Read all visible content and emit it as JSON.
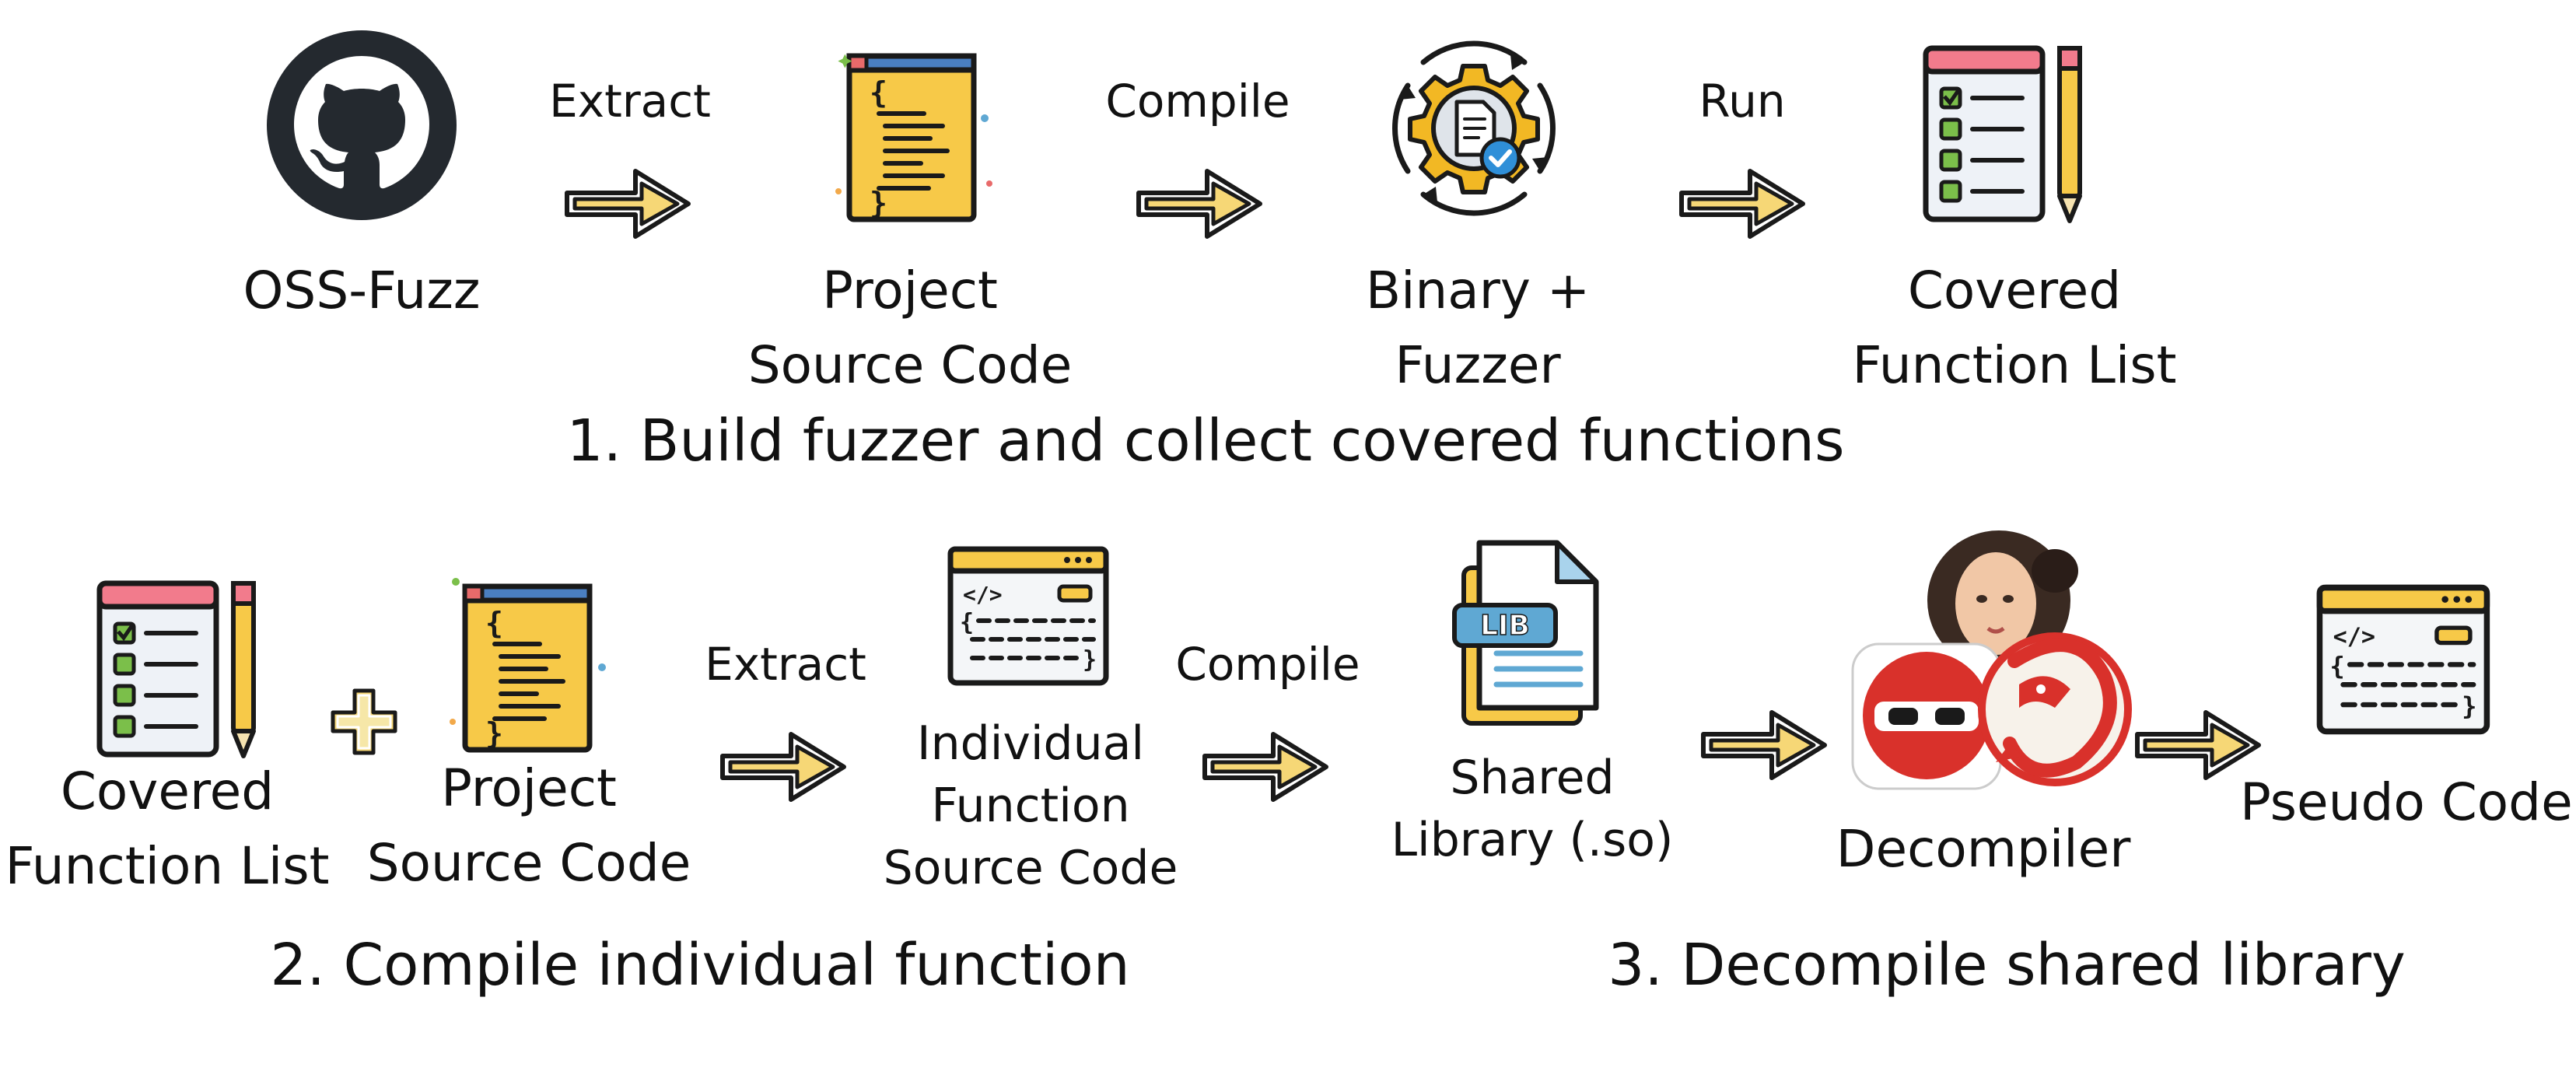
{
  "row1": {
    "nodes": [
      {
        "id": "oss-fuzz",
        "label": "OSS-Fuzz",
        "icon": "github-icon"
      },
      {
        "id": "project-source-code",
        "label": "Project\nSource Code",
        "icon": "source-code-document-icon"
      },
      {
        "id": "binary-fuzzer",
        "label": "Binary +\nFuzzer",
        "icon": "gear-document-check-icon"
      },
      {
        "id": "covered-function-list",
        "label": "Covered\nFunction List",
        "icon": "checklist-pencil-icon"
      }
    ],
    "edges": [
      "Extract",
      "Compile",
      "Run"
    ],
    "title": "1. Build fuzzer and collect covered functions"
  },
  "row2": {
    "nodes": [
      {
        "id": "covered-function-list",
        "label": "Covered\nFunction List",
        "icon": "checklist-pencil-icon"
      },
      {
        "id": "project-source-code",
        "label": "Project\nSource Code",
        "icon": "source-code-document-icon"
      },
      {
        "id": "individual-function-source-code",
        "label": "Individual\nFunction\nSource Code",
        "icon": "code-window-icon"
      },
      {
        "id": "shared-library",
        "label": "Shared\nLibrary (.so)",
        "icon": "lib-file-icon"
      },
      {
        "id": "decompiler",
        "label": "Decompiler",
        "icon": "decompiler-logos-icon"
      },
      {
        "id": "pseudo-code",
        "label": "Pseudo Code",
        "icon": "code-window-icon"
      }
    ],
    "plus": "+",
    "edges": [
      "Extract",
      "Compile"
    ],
    "title_left": "2. Compile individual function",
    "title_right": "3. Decompile shared library"
  },
  "colors": {
    "arrow_fill": "#f6d776",
    "arrow_stroke": "#1a1a1a",
    "doc_yellow": "#f7c948",
    "doc_blue_bar": "#4a7fc1",
    "doc_red_bar": "#e86a6a",
    "list_pink_bar": "#f27b8c",
    "lib_blue": "#5fa8d3",
    "gear_gold": "#f2b824",
    "check_blue": "#2f8fd8",
    "check_green": "#7bbf4a",
    "decompiler_red": "#d9312b",
    "github_dark": "#24292f"
  }
}
